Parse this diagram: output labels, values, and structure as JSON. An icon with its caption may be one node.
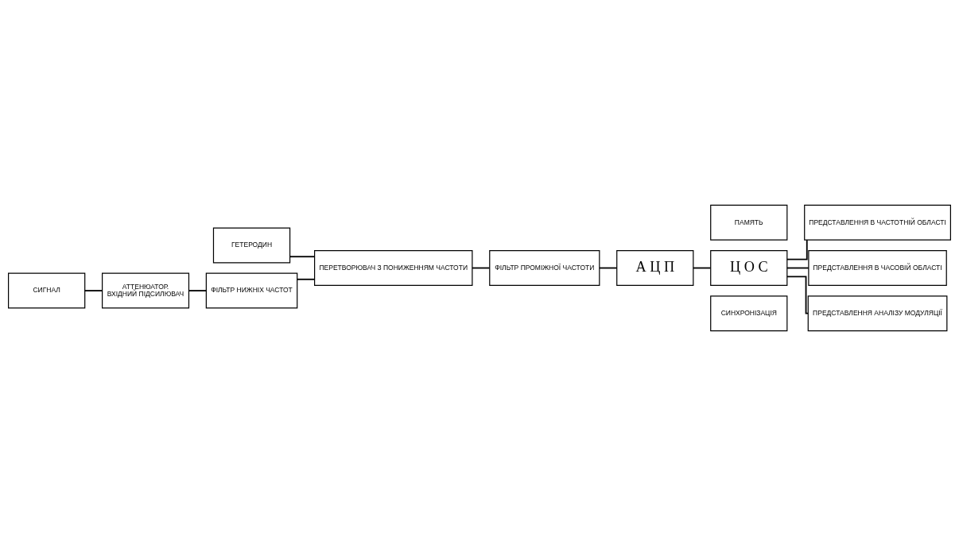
{
  "diagram": {
    "nodes": [
      {
        "text": [
          "АТТЕНЮАТОР.",
          "ВХІДНИЙ ПІДСИЛЮВАЧ"
        ]
      },
      {
        "text": [
          "ФІЛЬТР НИЖНІХ ЧАСТОТ"
        ]
      },
      {
        "text": [
          "ПЕРЕТВОРЮВАЧ З ПОНИЖЕННЯМ ЧАСТОТИ"
        ]
      },
      {
        "text": [
          "ФІЛЬТР ПРОМІЖНОЇ ЧАСТОТИ"
        ]
      },
      {
        "text": [
          "СИГНАЛ"
        ]
      },
      {
        "text": [
          "ГЕТЕРОДИН"
        ]
      },
      {
        "text": [
          "А Ц П"
        ]
      },
      {
        "text": [
          "ПАМЯТЬ"
        ]
      },
      {
        "text": [
          "Ц О С"
        ]
      },
      {
        "text": [
          "СИНХРОНІЗАЦІЯ"
        ]
      },
      {
        "text": [
          "ПРЕДСТАВЛЕННЯ В ЧАСТОТНІЙ ОБЛАСТІ"
        ]
      },
      {
        "text": [
          "ПРЕДСТАВЛЕННЯ В ЧАСОВІЙ ОБЛАСТІ"
        ]
      },
      {
        "text": [
          "ПРЕДСТАВЛЕННЯ АНАЛІЗУ МОДУЛЯЦІЇ"
        ]
      }
    ],
    "edges": [
      {
        "from": 4,
        "to": 0,
        "arrow": "none"
      },
      {
        "from": 0,
        "to": 1,
        "arrow": "none"
      },
      {
        "from": 1,
        "to": 2,
        "arrow": "none"
      },
      {
        "from": 5,
        "to": 2,
        "arrow": "none"
      },
      {
        "from": 2,
        "to": 3,
        "arrow": "none"
      },
      {
        "from": 3,
        "to": 6,
        "arrow": "none"
      },
      {
        "from": 6,
        "to": 8,
        "arrow": "none"
      },
      {
        "from": 8,
        "to": 10,
        "arrow": "none"
      },
      {
        "from": 8,
        "to": 11,
        "arrow": "none"
      },
      {
        "from": 8,
        "to": 12,
        "arrow": "none"
      }
    ]
  }
}
